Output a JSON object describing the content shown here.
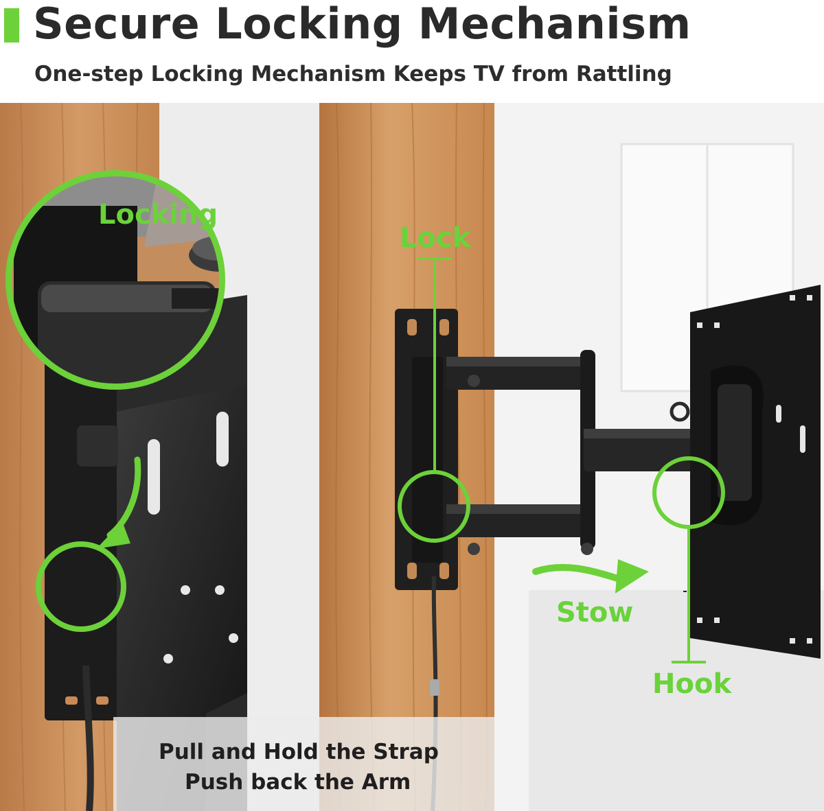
{
  "header": {
    "title": "Secure Locking Mechanism",
    "subtitle": "One-step Locking Mechanism Keeps TV from Rattling"
  },
  "labels": {
    "locking": "Locking",
    "lock": "Lock",
    "stow": "Stow",
    "hook": "Hook"
  },
  "caption": {
    "line1": "Pull and Hold the Strap",
    "line2": "Push back the Arm"
  },
  "colors": {
    "accent": "#6dd13a",
    "wood": "#c98a56",
    "metal": "#1e1e1e",
    "text": "#2a2a2a"
  }
}
